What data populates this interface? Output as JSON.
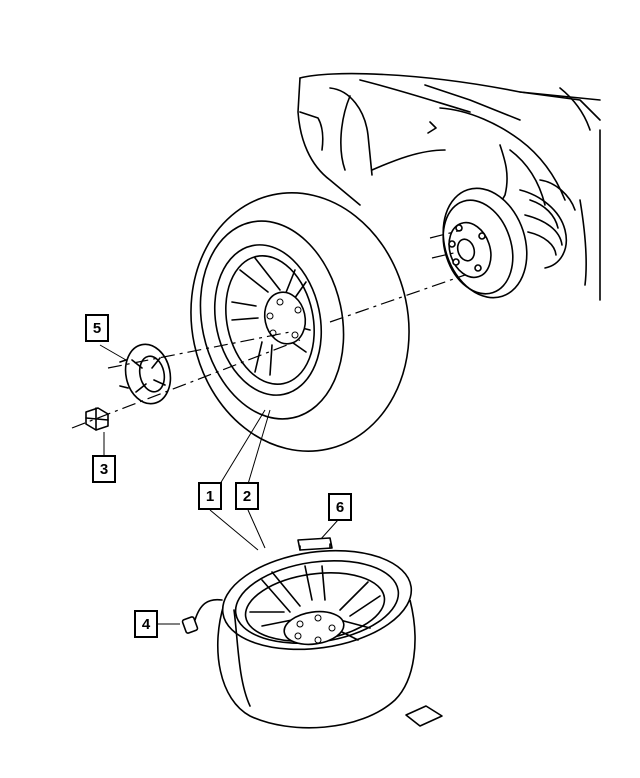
{
  "callouts": [
    {
      "id": "callout-1",
      "label": "1"
    },
    {
      "id": "callout-2",
      "label": "2"
    },
    {
      "id": "callout-3",
      "label": "3"
    },
    {
      "id": "callout-4",
      "label": "4"
    },
    {
      "id": "callout-5",
      "label": "5"
    },
    {
      "id": "callout-6",
      "label": "6"
    }
  ]
}
